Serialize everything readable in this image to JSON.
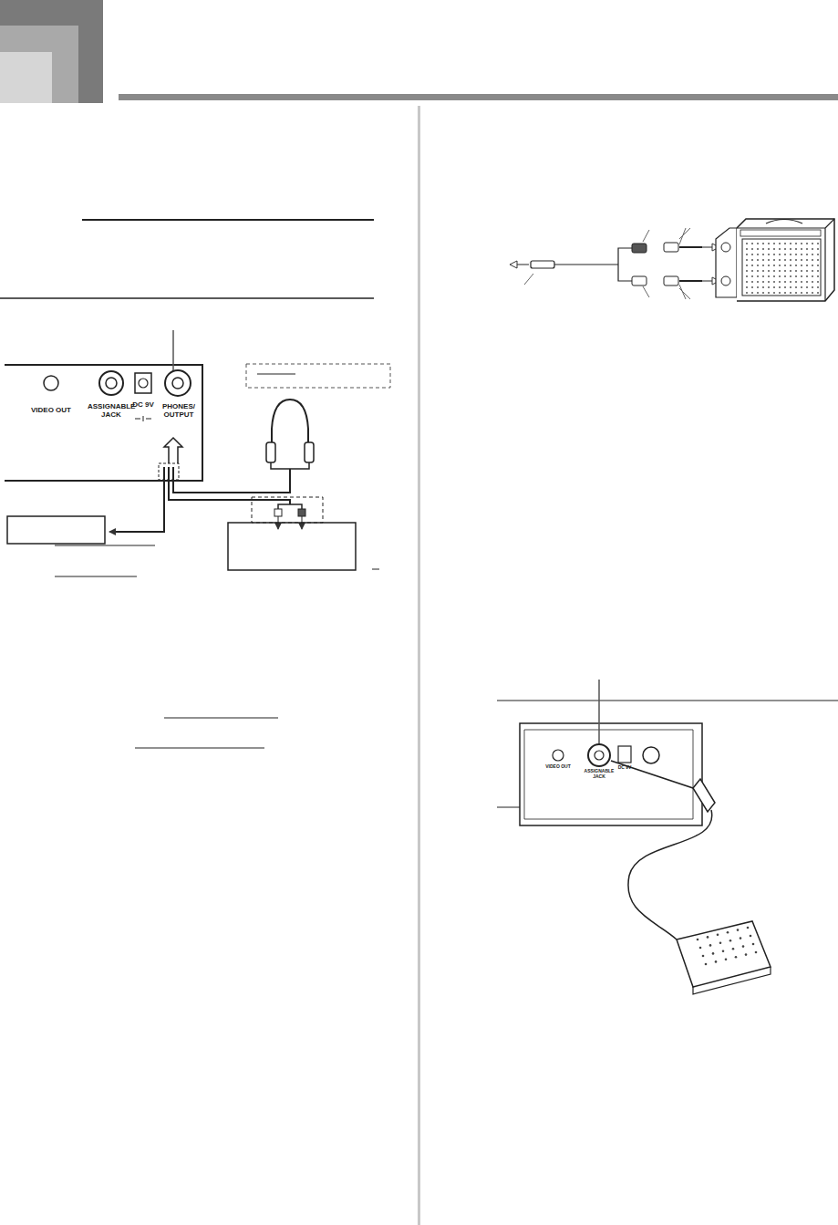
{
  "diagram": {
    "labels": [
      "VIDEO OUT",
      "ASSIGNABLE JACK",
      "DC 9V",
      "PHONES/ OUTPUT",
      "VIDEO OUT",
      "ASSIGNABLE JACK",
      "DC 9V"
    ]
  }
}
